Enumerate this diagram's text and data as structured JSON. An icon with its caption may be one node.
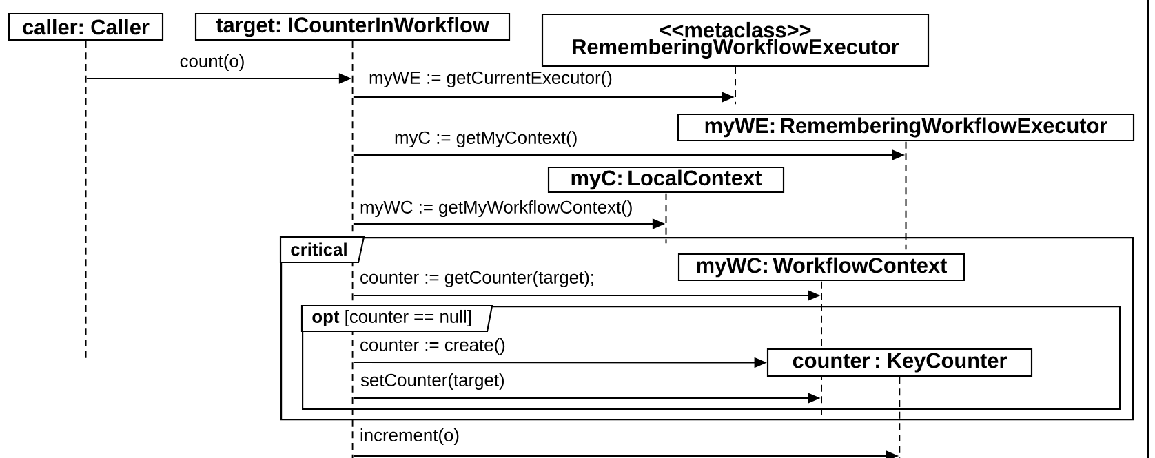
{
  "diagram": {
    "nodes": [
      {
        "text": [
          "caller: Caller"
        ]
      },
      {
        "text": [
          "target: ICounterInWorkflow"
        ]
      },
      {
        "text": [
          "<<metaclass>> RememberingWorkflowExecutor"
        ]
      },
      {
        "text": [
          "myWE: RememberingWorkflowExecutor"
        ]
      },
      {
        "text": [
          "myC: LocalContext"
        ]
      },
      {
        "text": [
          "critical"
        ]
      },
      {
        "text": [
          "myWC: WorkflowContext"
        ],
        "in": 5
      },
      {
        "text": [
          "**opt** [counter == null]"
        ],
        "in": 5
      },
      {
        "text": [
          "counter : KeyCounter"
        ],
        "in": 7
      },
      {
        "text": [],
        "shape": "line"
      },
      {
        "text": [],
        "shape": "line"
      },
      {
        "text": [],
        "shape": "line"
      },
      {
        "text": [],
        "shape": "line"
      },
      {
        "text": [],
        "shape": "line",
        "in": 5
      },
      {
        "text": [],
        "shape": "line"
      },
      {
        "text": [],
        "shape": "line"
      }
    ],
    "edges": [
      {
        "from": 9,
        "to": 10,
        "arrow": "to",
        "label": "count(o)"
      },
      {
        "from": 10,
        "to": 12,
        "arrow": "to",
        "label": "myWE := getCurrentExecutor()"
      },
      {
        "from": 10,
        "to": 15,
        "arrow": "to",
        "label": "myC := getMyContext()"
      },
      {
        "from": 10,
        "to": 11,
        "arrow": "to",
        "label": "myWC := getMyWorkflowContext()"
      },
      {
        "from": 10,
        "to": 13,
        "arrow": "to",
        "label": "counter := getCounter(target);"
      },
      {
        "from": 10,
        "to": 8,
        "arrow": "to",
        "label": "counter := create()"
      },
      {
        "from": 10,
        "to": 13,
        "arrow": "to",
        "label": "setCounter(target)"
      },
      {
        "from": 10,
        "to": 14,
        "arrow": "to",
        "label": "increment(o)"
      }
    ]
  }
}
